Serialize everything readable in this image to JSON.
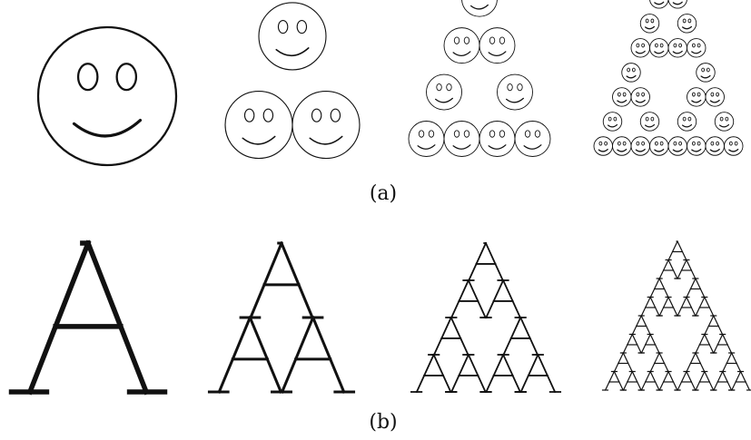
{
  "captions": {
    "a": "(a)",
    "b": "(b)"
  },
  "row_a": {
    "stages": 4,
    "motif": "smiley-face-icon"
  },
  "row_b": {
    "stages": 4,
    "motif": "letter-a-icon"
  },
  "colors": {
    "ink": "#111111",
    "background": "#ffffff"
  }
}
